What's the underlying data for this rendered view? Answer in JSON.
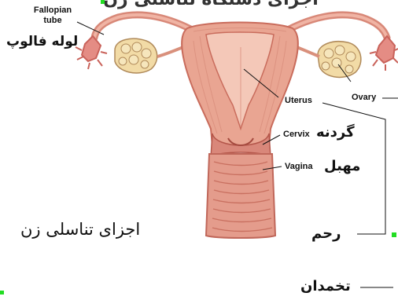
{
  "header_text": "اجزای دستگاه تناسلی زن",
  "labels": {
    "fallopian_tube_en": "Fallopian tube",
    "fallopian_tube_fa": "لوله فالوپ",
    "uterus_en": "Uterus",
    "ovary_en": "Ovary",
    "cervix_en": "Cervix",
    "cervix_fa": "گردنه",
    "vagina_en": "Vagina",
    "vagina_fa": "مهبل",
    "uterus_fa": "رحم",
    "ovary_fa": "تخمدان"
  },
  "caption": "اجزای تناسلی زن",
  "colors": {
    "tissue": "#e9a592",
    "tissue_dark": "#c96c5c",
    "cavity": "#f4c8b8",
    "ovary": "#f2dba6",
    "marker": "#22dd22"
  }
}
